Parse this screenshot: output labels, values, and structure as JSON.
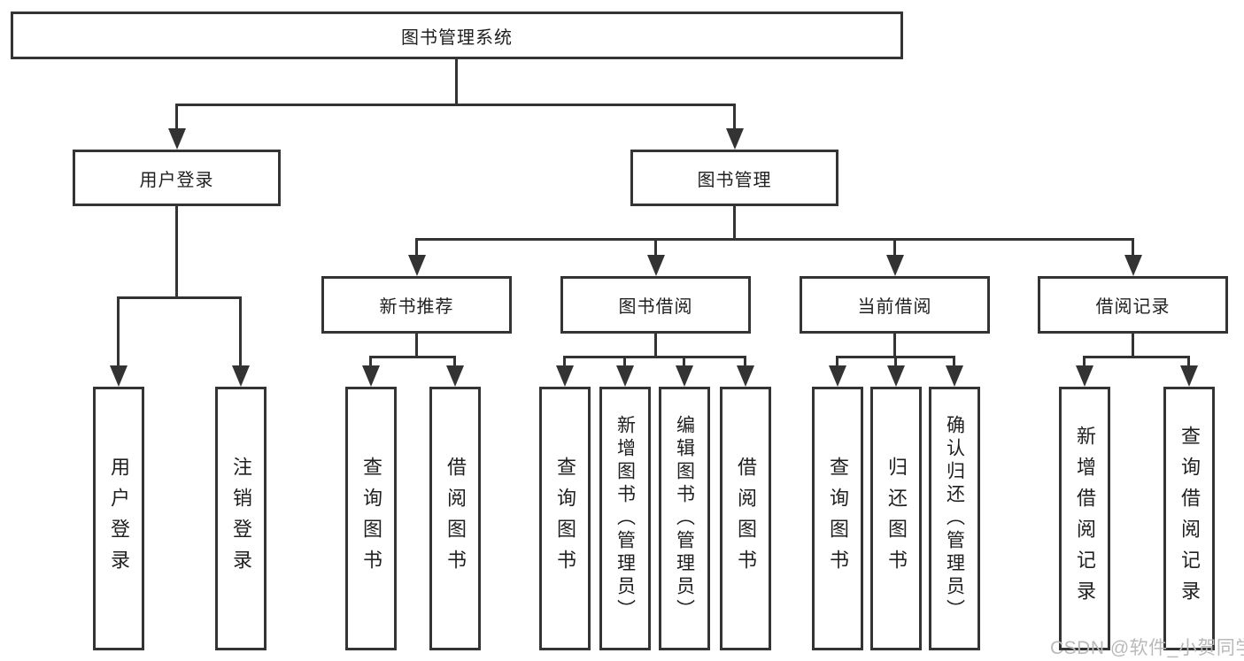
{
  "diagram": {
    "root": {
      "label": "图书管理系统"
    },
    "user_branch": {
      "label": "用户登录",
      "children": [
        {
          "label": "用户登录"
        },
        {
          "label": "注销登录"
        }
      ]
    },
    "book_branch": {
      "label": "图书管理",
      "sections": [
        {
          "label": "新书推荐",
          "children": [
            {
              "label": "查询图书"
            },
            {
              "label": "借阅图书"
            }
          ]
        },
        {
          "label": "图书借阅",
          "children": [
            {
              "label": "查询图书"
            },
            {
              "label": "新增图书（管理员）"
            },
            {
              "label": "编辑图书（管理员）"
            },
            {
              "label": "借阅图书"
            }
          ]
        },
        {
          "label": "当前借阅",
          "children": [
            {
              "label": "查询图书"
            },
            {
              "label": "归还图书"
            },
            {
              "label": "确认归还（管理员）"
            }
          ]
        },
        {
          "label": "借阅记录",
          "children": [
            {
              "label": "新增借阅记录"
            },
            {
              "label": "查询借阅记录"
            }
          ]
        }
      ]
    }
  },
  "watermark": {
    "text": "CSDN @软件_小贺同学"
  },
  "colors": {
    "line": "#333333",
    "border": "#343434",
    "text": "#1f1f1f",
    "watermark": "#b9b9b9",
    "background": "#ffffff"
  }
}
